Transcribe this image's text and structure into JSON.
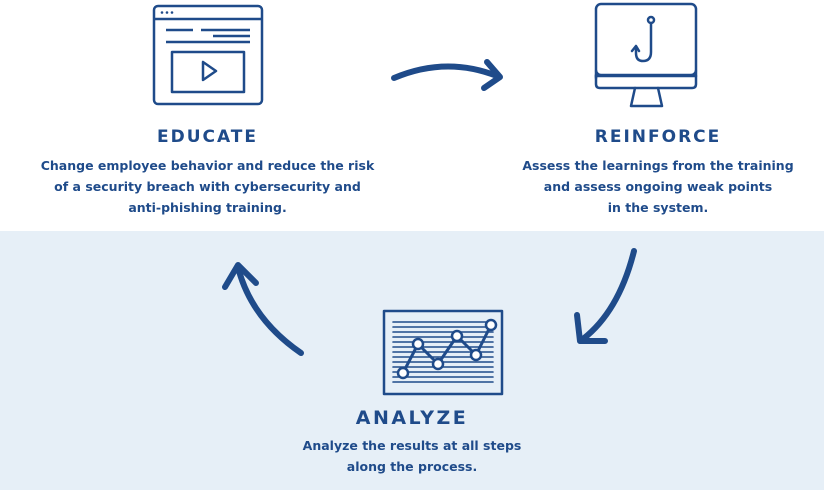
{
  "steps": {
    "educate": {
      "title": "EDUCATE",
      "desc_lines": [
        "Change employee behavior and reduce the risk",
        "of a security breach with cybersecurity and",
        "anti-phishing training."
      ],
      "icon": "video-browser-icon"
    },
    "reinforce": {
      "title": "REINFORCE",
      "desc_lines": [
        "Assess the learnings from the training",
        "and assess ongoing weak points",
        "in the system."
      ],
      "icon": "monitor-fishhook-icon"
    },
    "analyze": {
      "title": "ANALYZE",
      "desc_lines": [
        "Analyze the results at all steps",
        "along the process."
      ],
      "icon": "line-chart-icon"
    }
  },
  "colors": {
    "primary": "#1f4b8a",
    "background_band": "#e6eff7",
    "background": "#ffffff"
  }
}
